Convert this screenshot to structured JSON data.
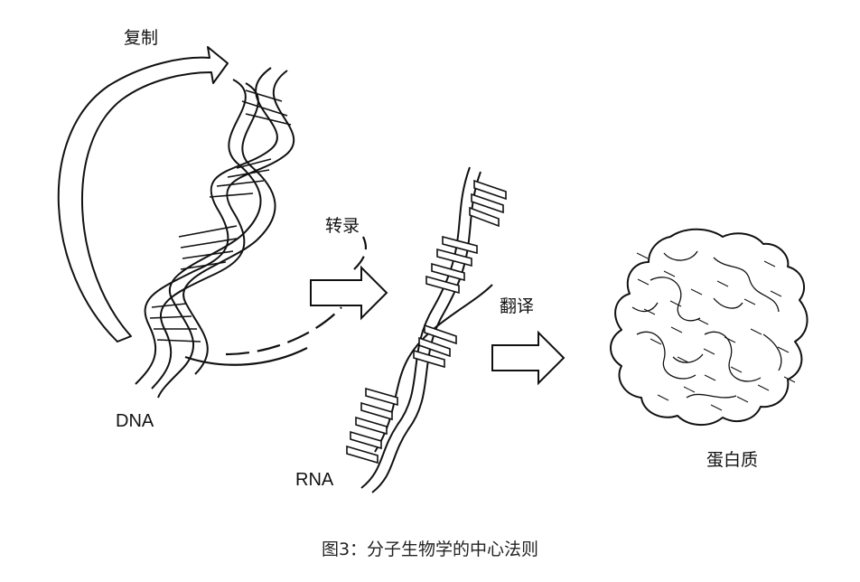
{
  "labels": {
    "replication": "复制",
    "transcription": "转录",
    "translation": "翻译",
    "dna": "DNA",
    "rna": "RNA",
    "protein": "蛋白质"
  },
  "caption": "图3：分子生物学的中心法则",
  "icons": {
    "dna": "dna-double-helix-icon",
    "rna": "rna-strand-icon",
    "protein": "folded-protein-icon",
    "arrow": "arrow-right-icon",
    "cycle": "curved-arrow-icon"
  }
}
